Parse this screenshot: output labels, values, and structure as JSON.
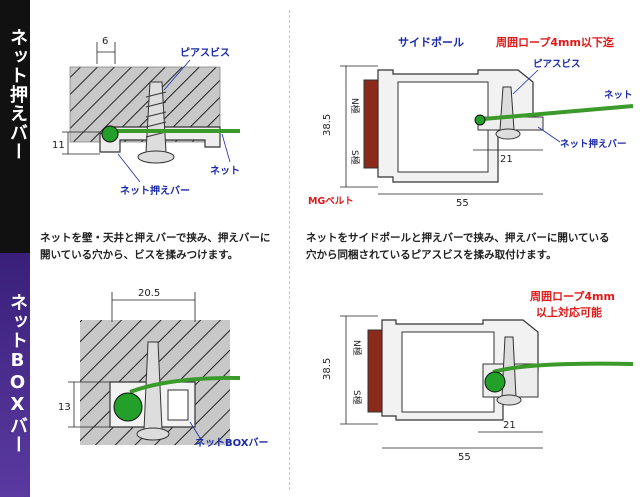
{
  "sections": [
    {
      "title": "ネット押えバー",
      "caption_left": [
        "ネットを壁・天井と押えバーで挟み、押えバーに",
        "開いている穴から、ビスを揉みつけます。"
      ],
      "caption_right": [
        "ネットをサイドポールと押えバーで挟み、押えバーに開いている",
        "穴から同梱されているピアスビスを揉み取付けます。"
      ],
      "left_fig": {
        "dim_top": "6",
        "dim_side": "11",
        "label_screw": "ピアスビス",
        "label_net": "ネット",
        "label_bar": "ネット押えバー"
      },
      "right_fig": {
        "title_pole": "サイドポール",
        "note_red": "周囲ロープ4mm以下迄",
        "label_screw": "ピアスビス",
        "label_net": "ネット",
        "label_bar": "ネット押えバー",
        "label_belt": "MGベルト",
        "dim_h": "38.5",
        "dim_w": "55",
        "dim_21": "21",
        "pole_n": "N極",
        "pole_s": "S極"
      }
    },
    {
      "title": "ネットBOXバー",
      "left_fig": {
        "dim_top": "20.5",
        "dim_side": "13",
        "label_bar": "ネットBOXバー"
      },
      "right_fig": {
        "note_red_1": "周囲ロープ4mm",
        "note_red_2": "以上対応可能",
        "dim_h": "38.5",
        "dim_w": "55",
        "dim_21": "21",
        "pole_n": "N極",
        "pole_s": "S極"
      }
    }
  ],
  "colors": {
    "red": "#e01818",
    "blue": "#1a2aa8",
    "green": "#2e9a2e",
    "lightgreen": "#6cc04a",
    "magnet": "#8b2a1a",
    "wall": "#c8c8c8",
    "side_top": "#111111",
    "side_bottom": "#4a2d8f"
  }
}
